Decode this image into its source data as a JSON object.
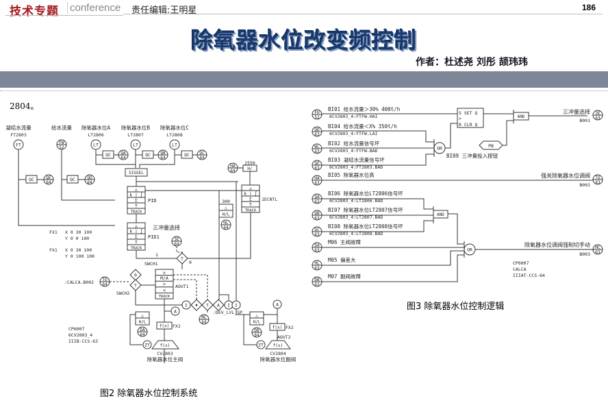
{
  "header": {
    "brand": "技术专题",
    "brand_sub": "conference",
    "editor": "责任编辑:王明星",
    "page_number": "186"
  },
  "article": {
    "title": "除氧器水位改变频控制",
    "authors": "作者：杜述尧 刘彤 颉玮玮",
    "lead_text": "2804。"
  },
  "figure2": {
    "caption": "图2 除氧器水位控制系统",
    "inputs": [
      {
        "label": "凝结水流量",
        "tag": "FT2803",
        "bubble": "FT"
      },
      {
        "label": "给水流量",
        "tag": "",
        "bubble_top": "FW",
        "bubble_bottom": "52"
      },
      {
        "label": "除氧器水位A",
        "tag": "LT2806",
        "bubble": "LT"
      },
      {
        "label": "除氧器水位B",
        "tag": "LT2807",
        "bubble": "LT"
      },
      {
        "label": "除氧器水位C",
        "tag": "LT2808",
        "bubble": "LT"
      }
    ],
    "qc_label": "QC",
    "bubbles": {
      "qe": [
        "QE",
        "64"
      ],
      "qd": [
        "QD",
        "64"
      ],
      "qa": [
        "QA",
        "64"
      ],
      "qb": [
        "QB",
        "64"
      ],
      "qc": [
        "QC",
        "64"
      ],
      "ha": [
        "HA",
        "64"
      ],
      "hl": [
        "HL",
        "64"
      ],
      "three_e": [
        "3E",
        "64"
      ],
      "to": [
        "TO",
        "64"
      ],
      "mc": [
        "MC",
        "64"
      ],
      "da": [
        "DA",
        "64"
      ],
      "db": [
        "DB",
        "64"
      ]
    },
    "sigsel": "SIGSEL",
    "pid_label": "PID",
    "pid1_label": "PID1",
    "ecntl_label": "1ECNTL",
    "track": "TRACK",
    "hl_block": "H/L",
    "h_block": "H/",
    "value_2550": "2550",
    "value_300": "300",
    "three_e_label": "三冲量选择",
    "swch1": "SWCH1",
    "swch2": "SWCH2",
    "swch1_in": "1",
    "swch1_out": "0",
    "calca_ref": ":CALCA.B002",
    "aout1": "AOUT1",
    "aout2": "AOUT2",
    "ma_label": "M/A",
    "dev_lvl": ":DEV_LVL_SP",
    "fx1": "FX1",
    "fx2": "FX2",
    "fx_func": "f(x)",
    "zt": "ZT",
    "a_bubble": "A",
    "fx_tables": [
      {
        "name": "FX1",
        "x": "X  0  30  100",
        "y": "Y  0  0   100"
      },
      {
        "name": "FX1",
        "x": "X  0  30  100",
        "y": "Y  0  100 100"
      }
    ],
    "cp_info": [
      "CP6007",
      "6CV2803_4",
      "IIIB-CCS-63"
    ],
    "valve_main": {
      "tag": "CV2803",
      "label": "除氧器水位主阀"
    },
    "valve_sub": {
      "tag": "CV2804",
      "label": "除氧器水位副阀"
    }
  },
  "figure3": {
    "caption": "图3 除氧器水位控制逻辑",
    "rows": [
      {
        "bubble": [
          "FH",
          "52"
        ],
        "line1": "BI01 给水流量＞30%  400t/h",
        "line2": "6CV2803_4:FTFW.HAI"
      },
      {
        "bubble": [
          "QD",
          "63"
        ],
        "line1": "BI04 给水流量＜X%  350t/h",
        "line2": "6CV2803_4:FTFW.LAI"
      },
      {
        "bubble": [
          "WL",
          "63"
        ],
        "line1": "BI02 给水流量信号坏",
        "line2": "6CV2803_4:FTFW.BAD"
      },
      {
        "bubble": [
          "QE",
          "63"
        ],
        "line1": "BI03 凝结水流量信号坏",
        "line2": "6CV2803_4:FT2803.BAD"
      },
      {
        "bubble": [
          "HA",
          "63"
        ],
        "line1": "BI05 除氧器水位高",
        "line2": ""
      },
      {
        "bubble": [
          "QA",
          "63"
        ],
        "line1": "BI06 除氧器水位LT2806信号坏",
        "line2": "6CV2803_4:LT2806.BAD"
      },
      {
        "bubble": [
          "QB",
          "63"
        ],
        "line1": "BI07 除氧器水位LT2807信号坏",
        "line2": "6CV2803_4:LT2807.BAD"
      },
      {
        "bubble": [
          "QC",
          "63"
        ],
        "line1": "BI08 除氧器水位LT2808信号坏",
        "line2": "6CV2803_4:LT2808.BAD"
      },
      {
        "bubble": [
          "DA",
          "63"
        ],
        "line1": "M06 主阀故障",
        "line2": ""
      },
      {
        "bubble": [
          "HL",
          "63"
        ],
        "line1": "M05 偏差大",
        "line2": ""
      },
      {
        "bubble": [
          "DB",
          "63"
        ],
        "line1": "M07 副阀故障",
        "line2": ""
      }
    ],
    "sr_set": "S SET Q",
    "sr_clr": "R CLR Q",
    "or_label": "OR",
    "and_label": "AND",
    "pb_label": "PB",
    "pb_caption": "BI09 三冲量投入按钮",
    "outputs": [
      {
        "label": "三冲量选择",
        "code": "B001",
        "bubble": [
          "3E",
          "63"
        ]
      },
      {
        "label": "强关除氧器水位调阀",
        "code": "B002",
        "bubble": [
          "TO",
          "63"
        ]
      },
      {
        "label": "除氧器水位调阀强制切手动",
        "code": "B003",
        "bubble": [
          "MC",
          "63"
        ]
      }
    ],
    "cp_info": [
      "CP6007",
      "CALCA",
      "IIIAT-CCS-64"
    ]
  }
}
